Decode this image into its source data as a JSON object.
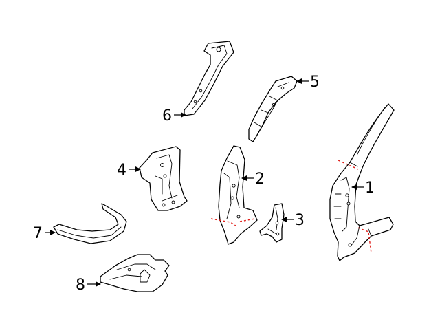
{
  "callouts": {
    "c1": "1",
    "c2": "2",
    "c3": "3",
    "c4": "4",
    "c5": "5",
    "c6": "6",
    "c7": "7",
    "c8": "8"
  },
  "colors": {
    "line": "#000000",
    "cut_line": "#e0201b",
    "background": "#ffffff"
  }
}
